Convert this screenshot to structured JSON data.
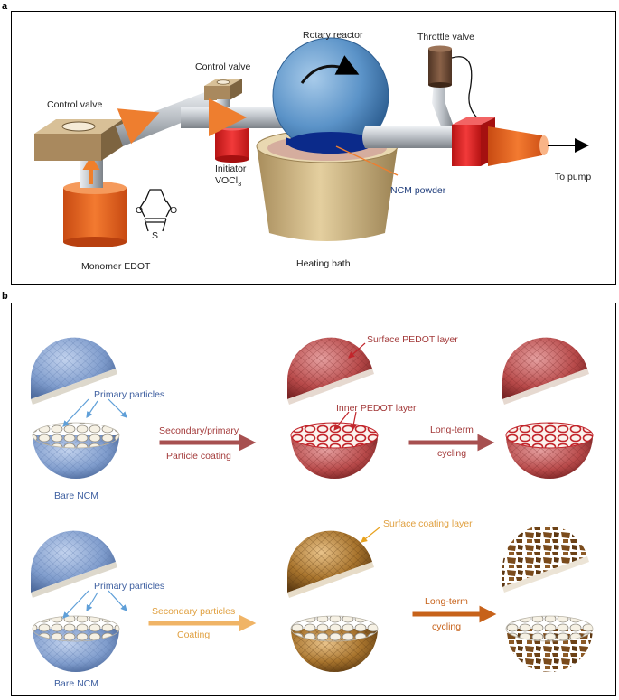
{
  "panel_a": {
    "letter": "a",
    "labels": {
      "rotary_reactor": "Rotary reactor",
      "throttle_valve": "Throttle valve",
      "control_valve_right": "Control valve",
      "control_valve_left": "Control valve",
      "initiator_line1": "Initiator",
      "initiator_line2": "VOCl",
      "initiator_sub": "3",
      "to_pump": "To pump",
      "ncm_powder": "NCM powder",
      "heating_bath": "Heating bath",
      "monomer": "Monomer EDOT",
      "o_left": "O",
      "o_right": "O",
      "s_atom": "S"
    },
    "colors": {
      "reactor": "#5b93c8",
      "pipe": "#b9bec4",
      "valve": "#b49468",
      "monomer": "#e8611f",
      "initiator": "#e02525",
      "bath": "#c9b080",
      "pump_red": "#e82020",
      "pump_orange": "#f07a2a",
      "arrow": "#f07f2a",
      "ncm_pointer": "#ee7e2f"
    }
  },
  "panel_b": {
    "letter": "b",
    "labels": {
      "primary_particles_top": "Primary particles",
      "bare_ncm_top": "Bare NCM",
      "secondary_primary": "Secondary/primary",
      "particle_coating": "Particle coating",
      "surface_pedot": "Surface PEDOT layer",
      "inner_pedot": "Inner PEDOT layer",
      "long_term_top_1": "Long-term",
      "long_term_top_2": "cycling",
      "primary_particles_bottom": "Primary particles",
      "bare_ncm_bottom": "Bare NCM",
      "secondary_particles": "Secondary particles",
      "coating": "Coating",
      "surface_coating": "Surface coating layer",
      "long_term_bottom_1": "Long-term",
      "long_term_bottom_2": "cycling"
    },
    "colors": {
      "bare": "#7f9ccc",
      "pedot": "#b84a4a",
      "coated": "#a8742d",
      "text_blue": "#3e5fa0",
      "text_red": "#a33a3a",
      "text_orange": "#e0a040"
    }
  }
}
